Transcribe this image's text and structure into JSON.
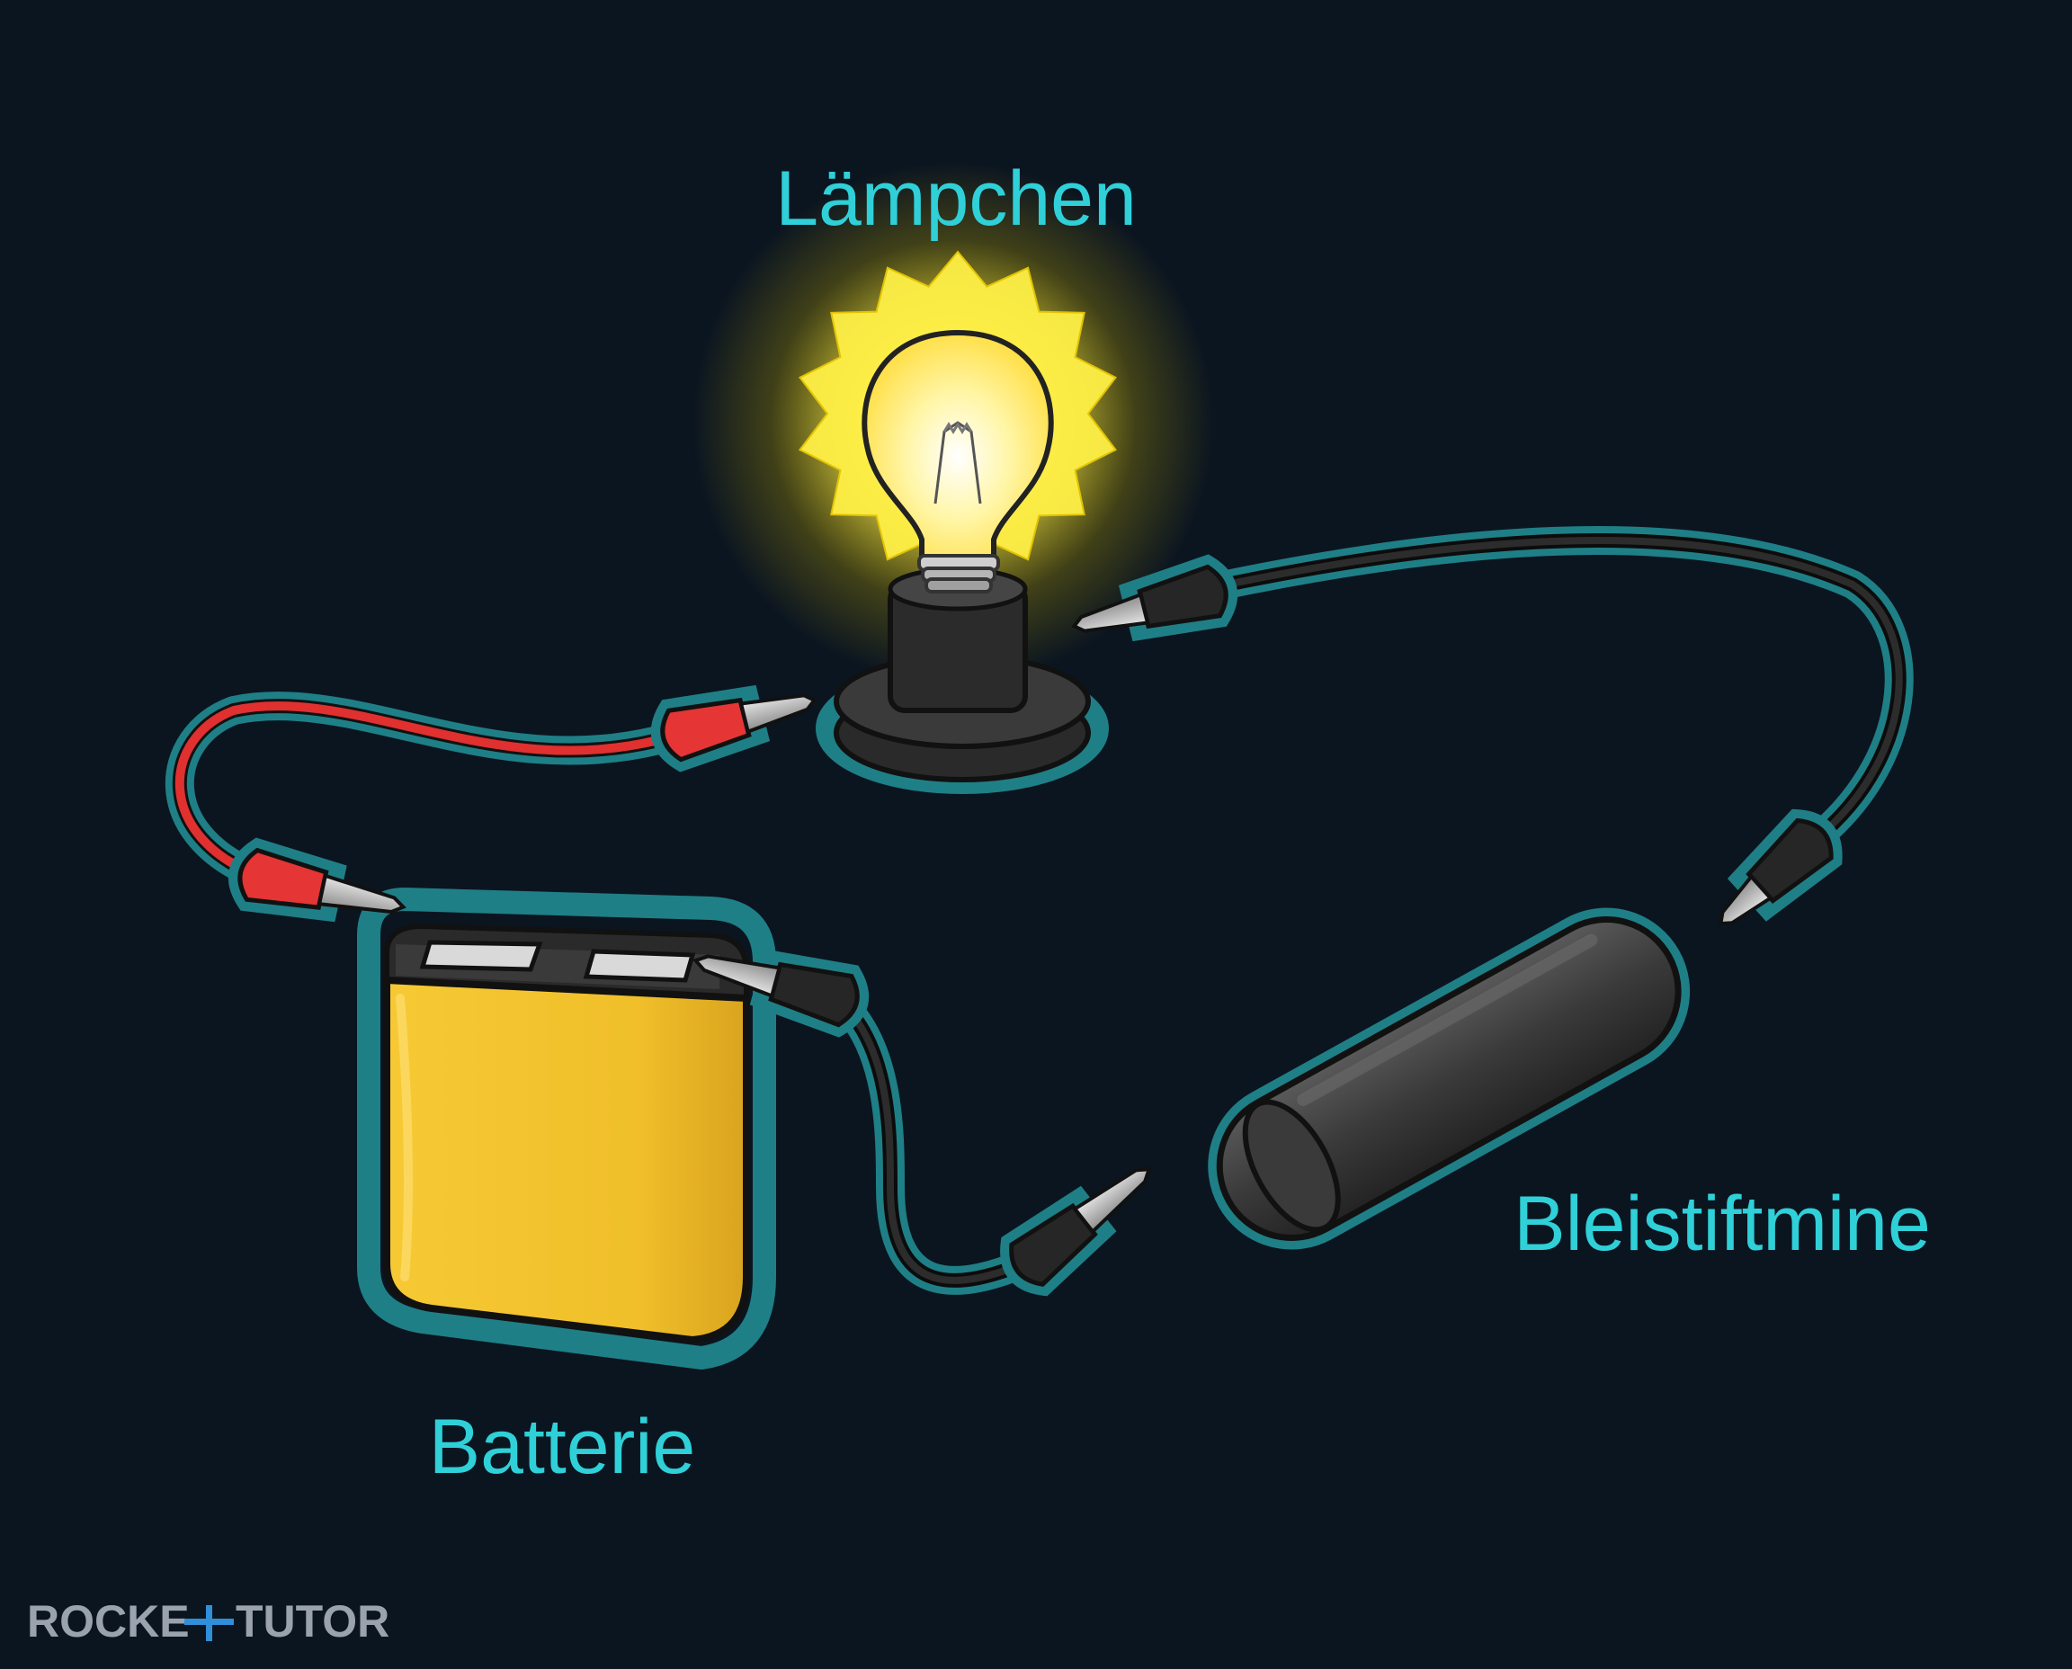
{
  "labels": {
    "bulb": "Lämpchen",
    "pencil_lead": "Bleistiftmine",
    "battery": "Batterie"
  },
  "logo": {
    "text": "ROCKETUTOR",
    "part_left": "ROCKE",
    "part_right": "TUTOR",
    "icon": "plus-t-icon"
  },
  "colors": {
    "background": "#0b1520",
    "label": "#2fd0d8",
    "outline": "#1f7f86",
    "battery": "#f2c22e",
    "red_wire": "#e03030",
    "black_wire": "#1c1c1c",
    "bulb_glow": "#fff35a"
  }
}
